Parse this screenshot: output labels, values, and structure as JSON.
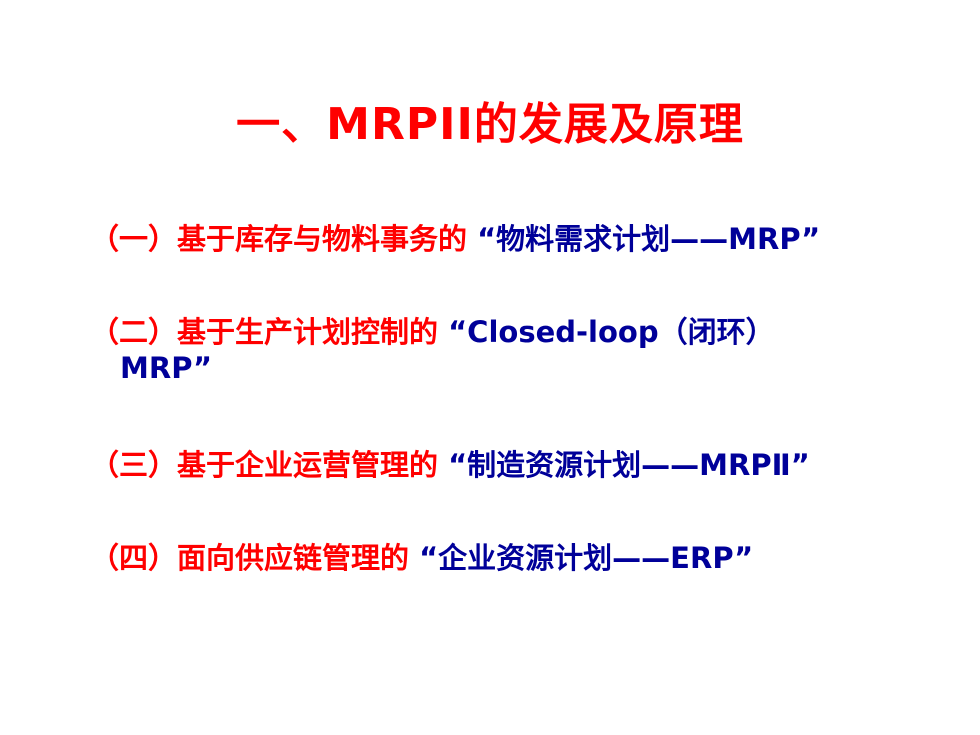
{
  "slide": {
    "title": "一、MRPII的发展及原理",
    "items": [
      {
        "prefix": "（一）基于库存与物料事务的",
        "quote": "“物料需求计划——MRP”"
      },
      {
        "prefix": "（二）基于生产计划控制的",
        "quote": "“Closed-loop（闭环）",
        "quote_cont": "MRP”"
      },
      {
        "prefix": "（三）基于企业运营管理的",
        "quote": "“制造资源计划——MRPⅡ”"
      },
      {
        "prefix": "（四）面向供应链管理的",
        "quote": "“企业资源计划——ERP”"
      }
    ]
  },
  "colors": {
    "title": "#ff0000",
    "prefix": "#ff0000",
    "quote": "#000099",
    "background": "#ffffff"
  }
}
